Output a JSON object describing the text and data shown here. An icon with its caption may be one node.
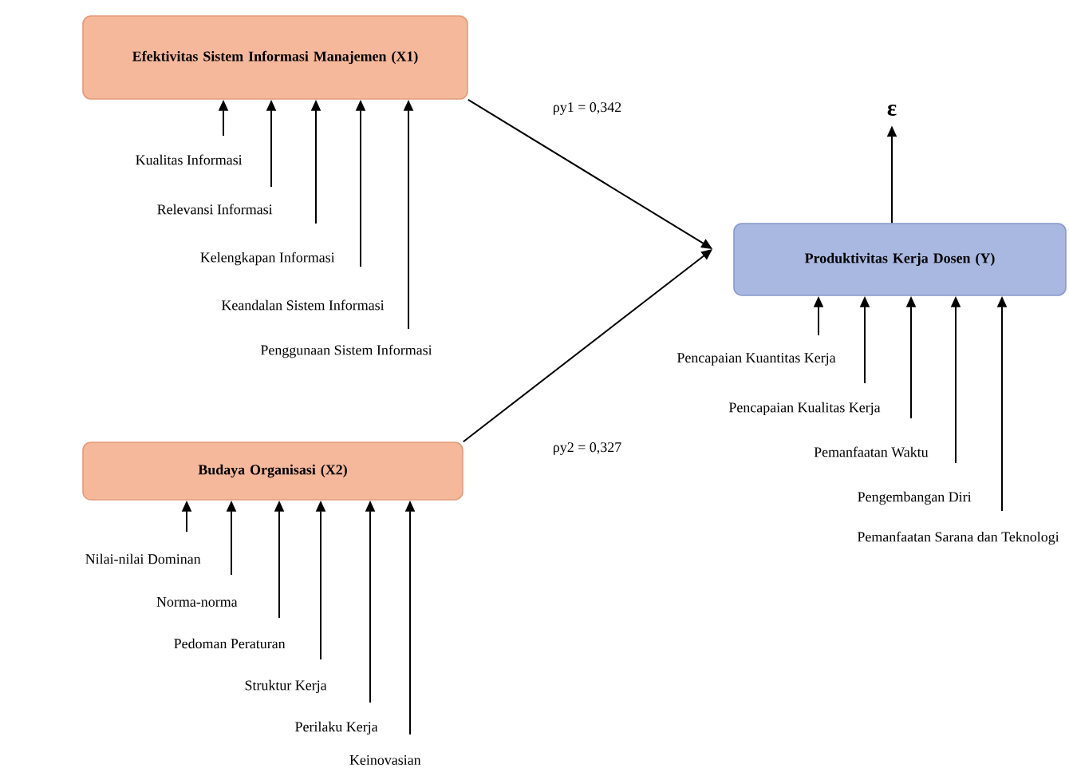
{
  "diagram": {
    "nodes": [
      {
        "text": [
          "Efektivitas Sistem Informasi Manajemen (X1)"
        ]
      },
      {
        "text": [
          "Kualitas Informasi"
        ]
      },
      {
        "text": [
          "Relevansi  Informasi"
        ]
      },
      {
        "text": [
          "Kelengkapan Informasi"
        ]
      },
      {
        "text": [
          "Keandalan Sistem Informasi"
        ]
      },
      {
        "text": [
          "Penggunaan Sistem Informasi"
        ]
      },
      {
        "text": [
          "ε"
        ]
      },
      {
        "text": [
          "Produktivitas Kerja Dosen (Y)"
        ]
      },
      {
        "text": [
          "Pencapaian Kuantitas Kerja"
        ]
      },
      {
        "text": [
          "Pencapaian Kualitas Kerja"
        ]
      },
      {
        "text": [
          "Pemanfaatan Waktu"
        ]
      },
      {
        "text": [
          "Pengembangan Diri"
        ]
      },
      {
        "text": [
          "Pemanfaatan Sarana dan Teknologi"
        ]
      },
      {
        "text": [
          "Budaya Organisasi (X2)"
        ]
      },
      {
        "text": [
          "Nilai-nilai Dominan"
        ]
      },
      {
        "text": [
          "Norma-norma"
        ]
      },
      {
        "text": [
          "Pedoman Peraturan"
        ]
      },
      {
        "text": [
          "Struktur Kerja"
        ]
      },
      {
        "text": [
          "Perilaku Kerja"
        ]
      },
      {
        "text": [
          "Keinovasian"
        ]
      }
    ],
    "edges": [
      {
        "from": 0,
        "to": 7,
        "arrow": "to",
        "label": "ρy1 = 0,342"
      },
      {
        "from": 13,
        "to": 7,
        "arrow": "to",
        "label": "ρy2 = 0,327"
      },
      {
        "from": 7,
        "to": 6,
        "arrow": "to"
      },
      {
        "from": 1,
        "to": 0,
        "arrow": "to"
      },
      {
        "from": 2,
        "to": 0,
        "arrow": "to"
      },
      {
        "from": 3,
        "to": 0,
        "arrow": "to"
      },
      {
        "from": 4,
        "to": 0,
        "arrow": "to"
      },
      {
        "from": 5,
        "to": 0,
        "arrow": "to"
      },
      {
        "from": 8,
        "to": 7,
        "arrow": "to"
      },
      {
        "from": 9,
        "to": 7,
        "arrow": "to"
      },
      {
        "from": 10,
        "to": 7,
        "arrow": "to"
      },
      {
        "from": 11,
        "to": 7,
        "arrow": "to"
      },
      {
        "from": 12,
        "to": 7,
        "arrow": "to"
      },
      {
        "from": 14,
        "to": 13,
        "arrow": "to"
      },
      {
        "from": 15,
        "to": 13,
        "arrow": "to"
      },
      {
        "from": 16,
        "to": 13,
        "arrow": "to"
      },
      {
        "from": 17,
        "to": 13,
        "arrow": "to"
      },
      {
        "from": 18,
        "to": 13,
        "arrow": "to"
      },
      {
        "from": 19,
        "to": 13,
        "arrow": "to"
      }
    ]
  }
}
